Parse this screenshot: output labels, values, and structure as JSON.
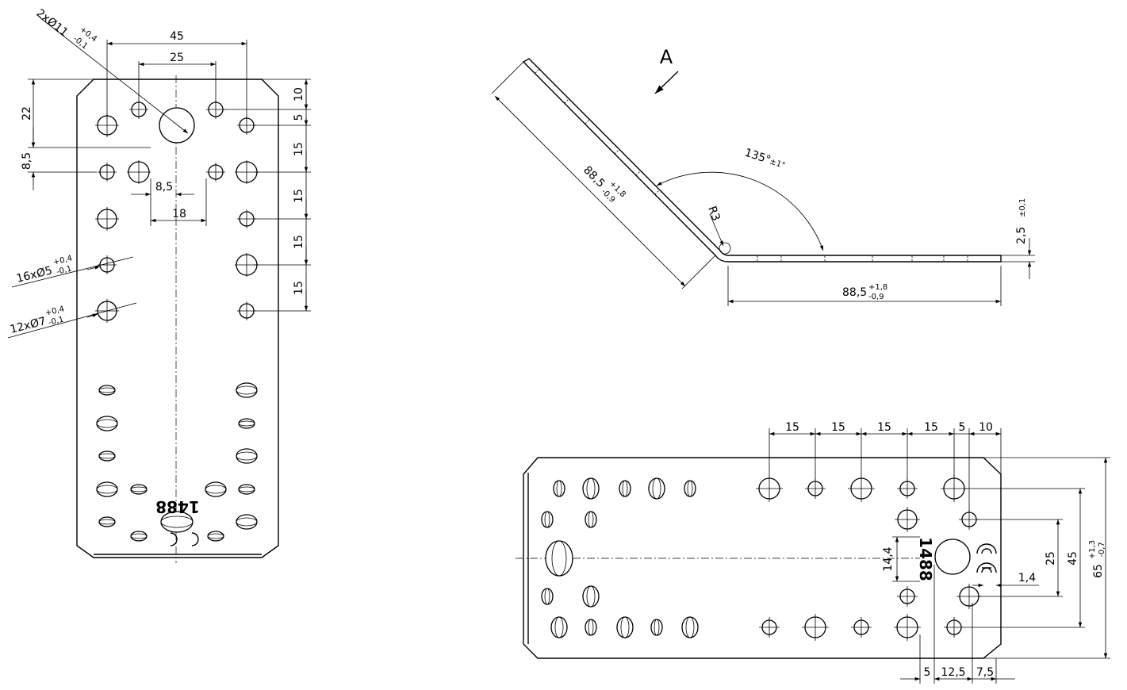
{
  "view_label": "A",
  "left_view": {
    "dims": {
      "d45": "45",
      "d25": "25",
      "d22": "22",
      "d8_5_v": "8,5",
      "d8_5_h": "8,5",
      "d18": "18",
      "d10": "10",
      "d5": "5",
      "d15_a": "15",
      "d15_b": "15",
      "d15_c": "15",
      "d15_d": "15"
    },
    "callouts": {
      "c1_main": "2xØ11",
      "c1_sup": "+0,4",
      "c1_sub": "-0,1",
      "c2_main": "16xØ5",
      "c2_sup": "+0,4",
      "c2_sub": "-0,1",
      "c3_main": "12xØ7",
      "c3_sup": "+0,4",
      "c3_sub": "-0,1"
    },
    "marking": "1488"
  },
  "side_view": {
    "leg_dim": "88,5",
    "leg_sup": "+1,8",
    "leg_sub": "-0,9",
    "base_dim": "88,5",
    "base_sup": "+1,8",
    "base_sub": "-0,9",
    "angle": "135°",
    "angle_tol": "±1°",
    "radius": "R3",
    "thickness": "2,5",
    "thickness_tol": "±0,1"
  },
  "bottom_view": {
    "dims": {
      "h15_a": "15",
      "h15_b": "15",
      "h15_c": "15",
      "h15_d": "15",
      "h5": "5",
      "h10": "10",
      "v25": "25",
      "v45": "45",
      "v65": "65",
      "v65_sup": "+1,3",
      "v65_sub": "-0,7",
      "v14_4": "14,4",
      "h1_4": "1,4",
      "b5": "5",
      "b12_5": "12,5",
      "b7_5": "7,5"
    },
    "marking": "1488"
  }
}
